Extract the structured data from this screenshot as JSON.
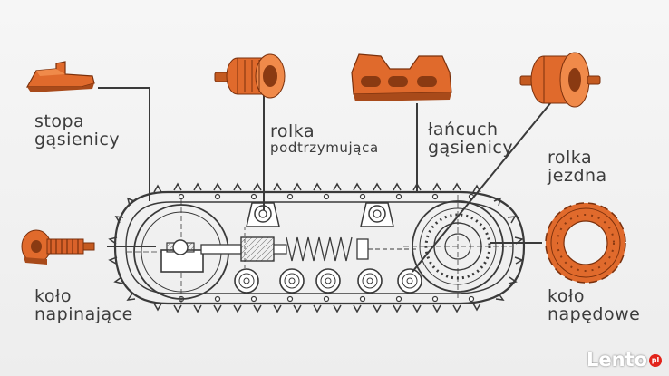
{
  "labels": {
    "stopa_line1": "stopa",
    "stopa_line2": "gąsienicy",
    "rolka_pod_line1": "rolka",
    "rolka_pod_line2": "podtrzymująca",
    "lancuch_line1": "łańcuch",
    "lancuch_line2": "gąsienicy",
    "rolka_jezdna_line1": "rolka",
    "rolka_jezdna_line2": "jezdna",
    "kolo_nap_line1": "koło",
    "kolo_nap_line2": "napinające",
    "kolo_naped_line1": "koło",
    "kolo_naped_line2": "napędowe"
  },
  "watermark": {
    "text": "Lento",
    "badge": "pl"
  },
  "colors": {
    "part_orange": "#e06a2c",
    "part_dark": "#8a3a12",
    "line": "#3a3a3a",
    "drawing": "#3a3a3a",
    "text": "#3c3c3c"
  }
}
